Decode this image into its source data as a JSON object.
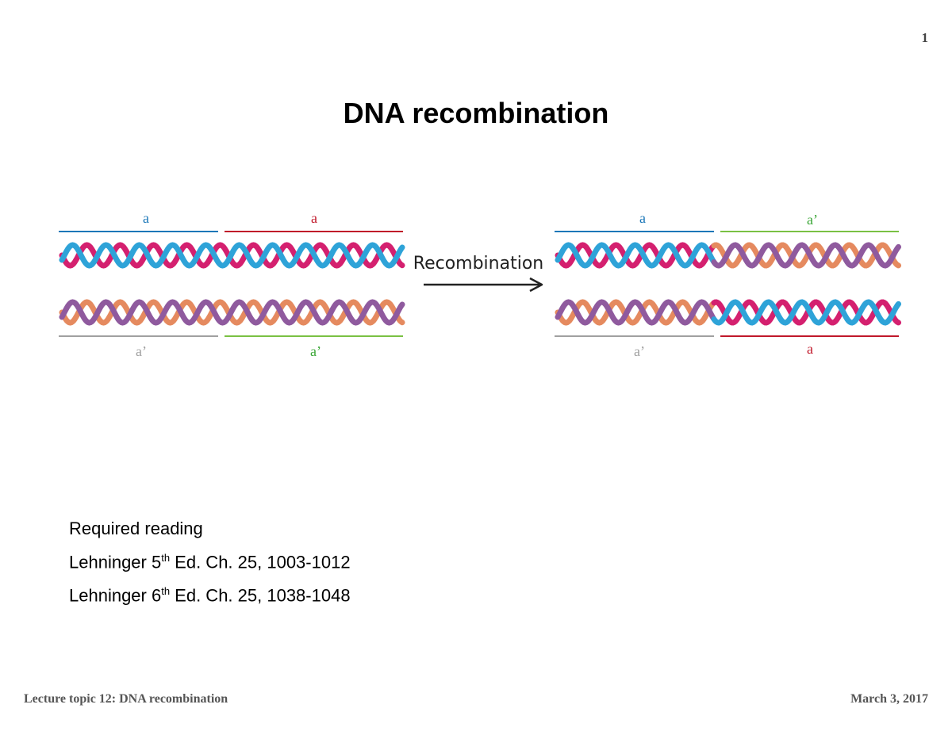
{
  "page_number": "1",
  "title": "DNA recombination",
  "figure": {
    "arrow_label": "Recombination",
    "labels": {
      "left_top_1": "a",
      "left_top_2": "a",
      "left_bottom_1": "a’",
      "left_bottom_2": "a’",
      "right_top_1": "a",
      "right_top_2": "a’",
      "right_bottom_1": "a’",
      "right_bottom_2": "a"
    },
    "colors": {
      "blue": "#1b77b8",
      "red": "#c0182a",
      "gray": "#a0a0a0",
      "green": "#7ac143",
      "strand_blue": "#2ea3d8",
      "strand_magenta": "#d4206f",
      "strand_orange": "#e58a5f",
      "strand_purple": "#8f5a9e"
    }
  },
  "reading": {
    "heading": "Required reading",
    "line1": {
      "pre": "Lehninger 5",
      "sup": "th",
      "post": " Ed. Ch. 25, 1003-1012"
    },
    "line2": {
      "pre": "Lehninger 6",
      "sup": "th",
      "post": " Ed. Ch. 25, 1038-1048"
    }
  },
  "footer": {
    "left": "Lecture topic 12: DNA recombination",
    "right": "March 3, 2017"
  }
}
